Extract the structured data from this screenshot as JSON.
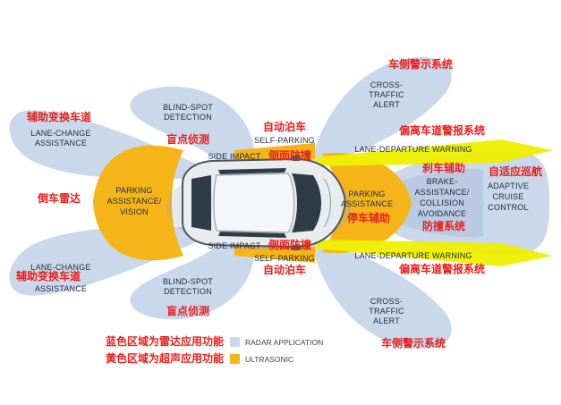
{
  "colors": {
    "radar": "#c9d8ea",
    "radar_dark": "#aebfd6",
    "ultrasonic": "#f5b418",
    "lane": "#eef000",
    "label_red": "#e8201c",
    "label_dark": "#1f2a3c"
  },
  "zones": {
    "lane_change_top": {
      "en": [
        "LANE-CHANGE",
        "ASSISTANCE"
      ],
      "cn": "辅助变换车道"
    },
    "lane_change_bottom": {
      "en": [
        "LANE-CHANGE",
        "ASSISTANCE"
      ],
      "cn": "辅助变换车道"
    },
    "blind_spot_top": {
      "en": [
        "BLIND-SPOT",
        "DETECTION"
      ],
      "cn": "盲点侦测"
    },
    "blind_spot_bottom": {
      "en": [
        "BLIND-SPOT",
        "DETECTION"
      ],
      "cn": "盲点侦测"
    },
    "parking_rear": {
      "en": [
        "PARKING",
        "ASSISTANCE/",
        "VISION"
      ],
      "cn": "倒车雷达"
    },
    "parking_front": {
      "en": [
        "PARKING",
        "ASSISTANCE"
      ],
      "cn": "停车辅助"
    },
    "self_parking_top": {
      "en": "SELF-PARKING",
      "cn": "自动泊车"
    },
    "self_parking_bottom": {
      "en": "SELF-PARKING",
      "cn": "自动泊车"
    },
    "side_impact_top": {
      "en": "SIDE IMPACT",
      "cn": "侧面防撞"
    },
    "side_impact_bottom": {
      "en": "SIDE IMPACT",
      "cn": "侧面防撞"
    },
    "cross_traffic_top": {
      "en": [
        "CROSS-",
        "TRAFFIC",
        "ALERT"
      ],
      "cn": "车侧警示系统"
    },
    "cross_traffic_bottom": {
      "en": [
        "CROSS-",
        "TRAFFIC",
        "ALERT"
      ],
      "cn": "车侧警示系统"
    },
    "lane_departure_top": {
      "en": "LANE-DEPARTURE WARNING",
      "cn": "偏离车道警报系统"
    },
    "lane_departure_bottom": {
      "en": "LANE-DEPARTURE WARNING",
      "cn": "偏离车道警报系统"
    },
    "brake_assist": {
      "en": [
        "BRAKE-",
        "ASSISTANCE/",
        "COLLISION",
        "AVOIDANCE"
      ],
      "cn_top": "刹车辅助",
      "cn_bottom": "防撞系统"
    },
    "adaptive_cruise": {
      "en": [
        "ADAPTIVE",
        "CRUISE",
        "CONTROL"
      ],
      "cn": "自适应巡航"
    }
  },
  "legend": {
    "radar": {
      "cn": "蓝色区域为雷达应用功能",
      "en": "RADAR APPLICATION"
    },
    "ultrasonic": {
      "cn": "黄色区域为超声应用功能",
      "en": "ULTRASONIC"
    }
  }
}
